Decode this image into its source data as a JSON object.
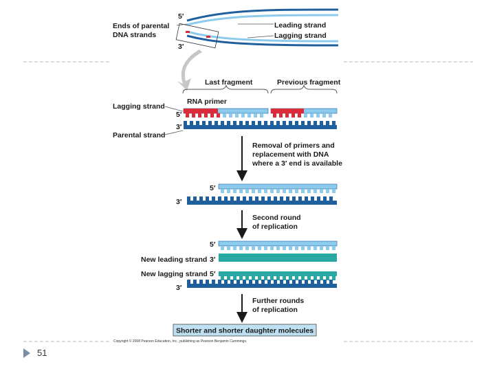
{
  "diagram": {
    "top": {
      "ends_label_line1": "Ends of parental",
      "ends_label_line2": "DNA strands",
      "five_prime": "5′",
      "three_prime": "3′",
      "leading_strand": "Leading strand",
      "lagging_strand": "Lagging strand"
    },
    "fragments": {
      "last_fragment": "Last fragment",
      "previous_fragment": "Previous fragment",
      "rna_primer": "RNA primer",
      "lagging_strand": "Lagging strand",
      "parental_strand": "Parental strand",
      "five_prime": "5′",
      "three_prime": "3′"
    },
    "step1": {
      "line1": "Removal of primers and",
      "line2": "replacement with DNA",
      "line3": "where a 3′ end is available"
    },
    "stage2": {
      "five_prime": "5′",
      "three_prime": "3′"
    },
    "step2": {
      "line1": "Second round",
      "line2": "of replication"
    },
    "stage3": {
      "five_prime": "5′",
      "new_leading": "New leading strand",
      "three_prime_a": "3′",
      "new_lagging": "New lagging strand",
      "five_prime_b": "5′",
      "three_prime_b": "3′"
    },
    "step3": {
      "line1": "Further rounds",
      "line2": "of replication"
    },
    "result": "Shorter and shorter daughter molecules",
    "copyright": "Copyright © 2008 Pearson Education, Inc., publishing as Pearson Benjamin Cummings."
  },
  "slide": {
    "number": "51"
  },
  "colors": {
    "dark_blue": "#1f5f9e",
    "light_blue": "#8ccbeb",
    "teal": "#2aa9a4",
    "red": "#d92b3a",
    "arrow_gray": "#c7c7c7",
    "result_box": "#bfe0f2"
  }
}
